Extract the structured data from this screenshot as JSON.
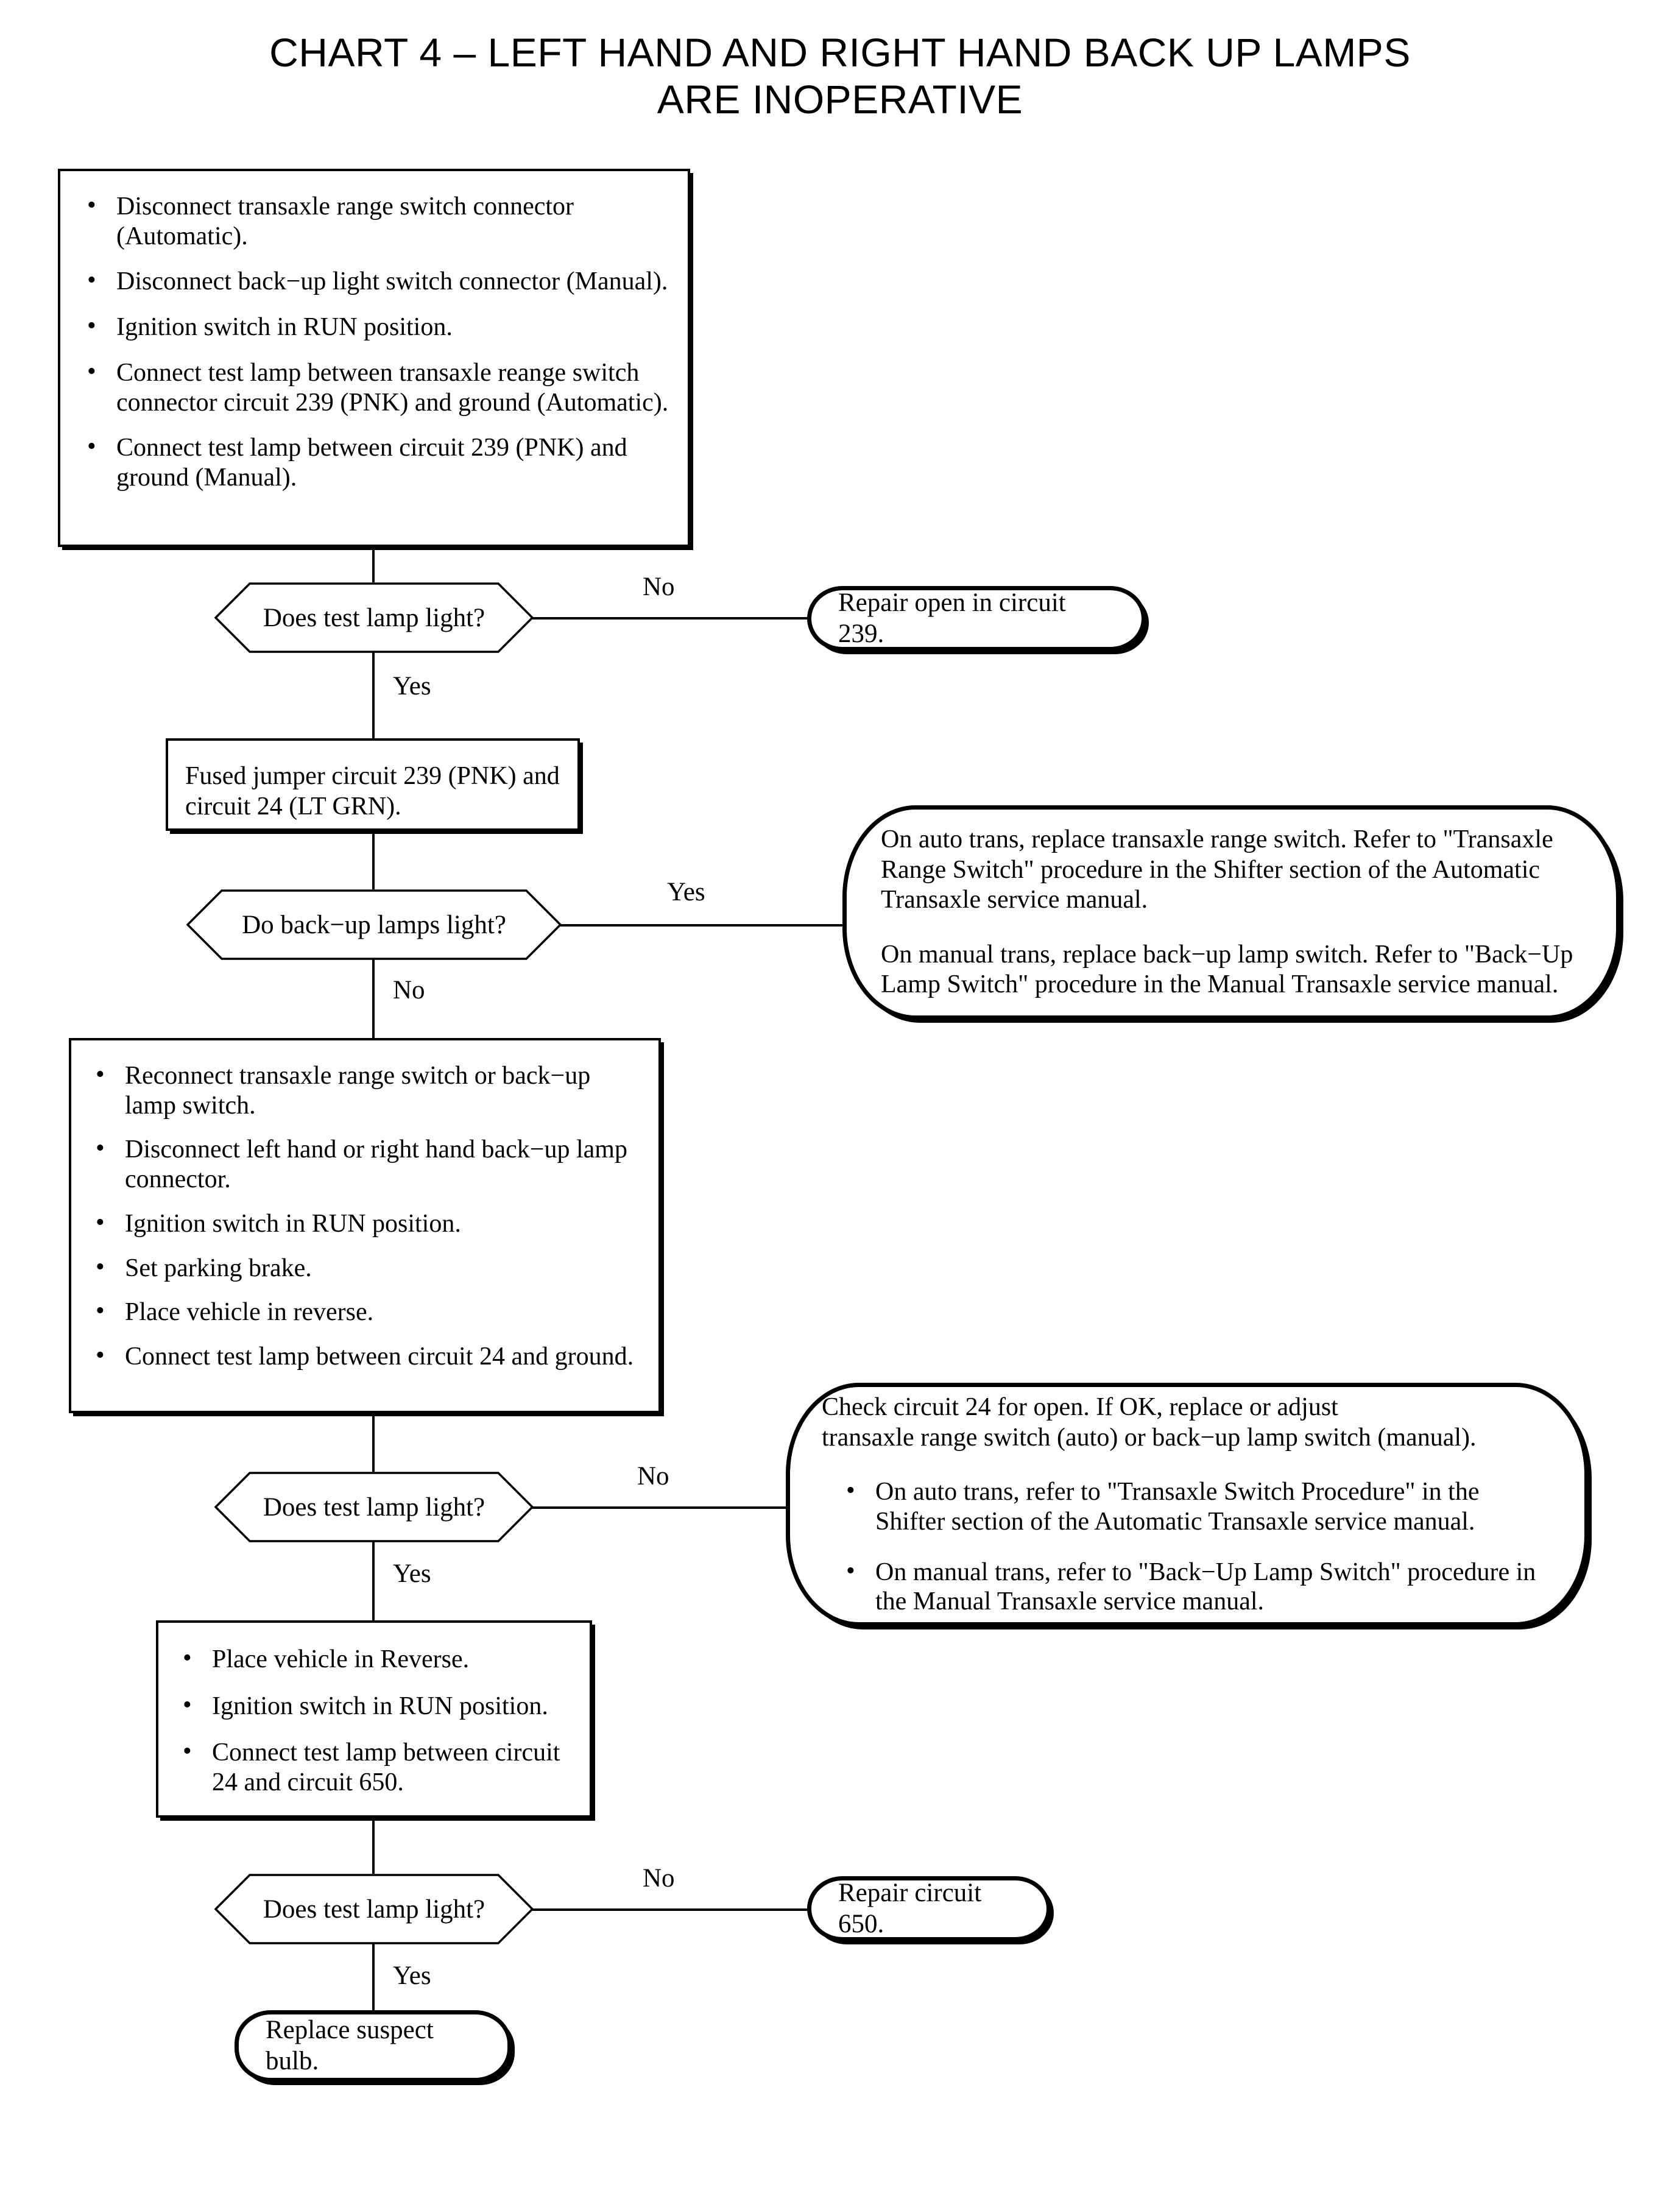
{
  "title": {
    "line1": "CHART 4 – LEFT HAND AND RIGHT HAND BACK UP LAMPS",
    "line2": "ARE INOPERATIVE"
  },
  "colors": {
    "ink": "#000000",
    "paper": "#ffffff"
  },
  "nodes": {
    "step1": {
      "type": "process",
      "bullets": [
        "Disconnect transaxle range switch connector (Automatic).",
        "Disconnect back−up light switch connector (Manual).",
        "Ignition switch in RUN position.",
        "Connect test lamp between transaxle reange switch connector circuit 239 (PNK) and ground (Automatic).",
        "Connect test lamp between circuit 239 (PNK) and ground (Manual)."
      ]
    },
    "decision1": {
      "type": "decision",
      "question": "Does test lamp light?",
      "yes_label": "Yes",
      "no_label": "No"
    },
    "terminal1": {
      "type": "terminal",
      "text": "Repair open in circuit 239."
    },
    "step2": {
      "type": "process",
      "text_line1": "Fused jumper circuit 239 (PNK) and",
      "text_line2": "circuit 24 (LT GRN)."
    },
    "decision2": {
      "type": "decision",
      "question": "Do back−up lamps light?",
      "yes_label": "Yes",
      "no_label": "No"
    },
    "terminal2": {
      "type": "terminal",
      "paragraph1": "On auto trans, replace transaxle range switch.  Refer to \"Transaxle Range Switch\" procedure in the Shifter section of the Automatic Transaxle service manual.",
      "paragraph2": "On manual trans, replace back−up lamp switch.  Refer to \"Back−Up Lamp Switch\" procedure in the Manual Transaxle service manual."
    },
    "step3": {
      "type": "process",
      "bullets": [
        "Reconnect transaxle range switch or back−up lamp switch.",
        "Disconnect left hand or right hand back−up lamp connector.",
        "Ignition switch in RUN position.",
        "Set parking brake.",
        "Place vehicle in reverse.",
        "Connect test lamp between circuit 24 and ground."
      ]
    },
    "decision3": {
      "type": "decision",
      "question": "Does test lamp light?",
      "yes_label": "Yes",
      "no_label": "No"
    },
    "terminal3": {
      "type": "terminal",
      "lead_line1": "Check circuit 24 for open. If OK, replace or adjust",
      "lead_line2": "transaxle range switch (auto) or back−up lamp switch (manual).",
      "bullets": [
        "On auto trans, refer to \"Transaxle Switch Procedure\" in the Shifter section of the Automatic Transaxle service manual.",
        "On manual trans, refer to \"Back−Up Lamp Switch\" procedure in the Manual Transaxle service manual."
      ]
    },
    "step4": {
      "type": "process",
      "bullets": [
        "Place vehicle in Reverse.",
        "Ignition switch in RUN position.",
        "Connect test lamp between circuit 24 and circuit 650."
      ]
    },
    "decision4": {
      "type": "decision",
      "question": "Does test lamp light?",
      "yes_label": "Yes",
      "no_label": "No"
    },
    "terminal4": {
      "type": "terminal",
      "text": "Repair circuit 650."
    },
    "terminal5": {
      "type": "terminal",
      "text": "Replace suspect bulb."
    }
  }
}
